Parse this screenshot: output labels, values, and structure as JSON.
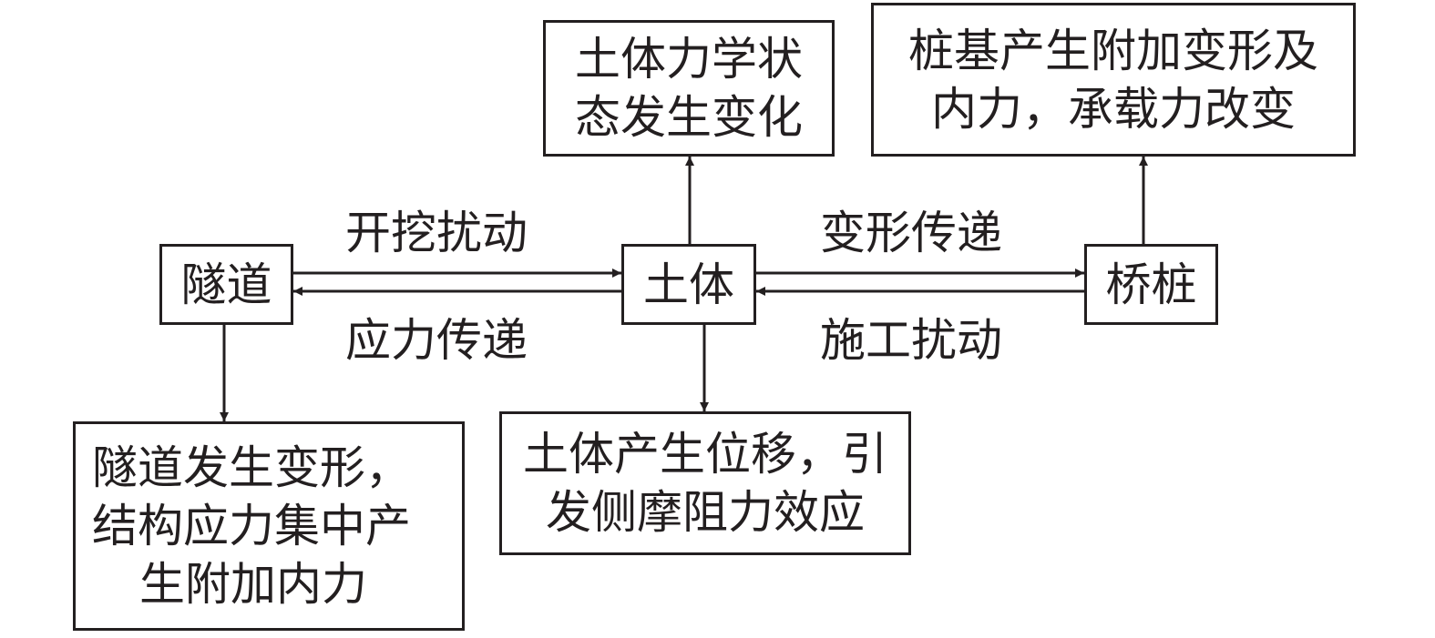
{
  "nodes": {
    "tunnel": "隧道",
    "soil": "土体",
    "pile": "桥桩",
    "soil_state": {
      "line1": "土体力学状",
      "line2": "态发生变化"
    },
    "pile_effect": {
      "line1": "桩基产生附加变形及",
      "line2": "内力，承载力改变"
    },
    "tunnel_effect": {
      "line1": "隧道发生变形，",
      "line2": "结构应力集中产",
      "line3": "生附加内力"
    },
    "soil_disp": {
      "line1": "土体产生位移，引",
      "line2": "发侧摩阻力效应"
    }
  },
  "edges": {
    "excavation_disturbance": "开挖扰动",
    "stress_transfer": "应力传递",
    "deformation_transfer": "变形传递",
    "construction_disturbance": "施工扰动"
  }
}
